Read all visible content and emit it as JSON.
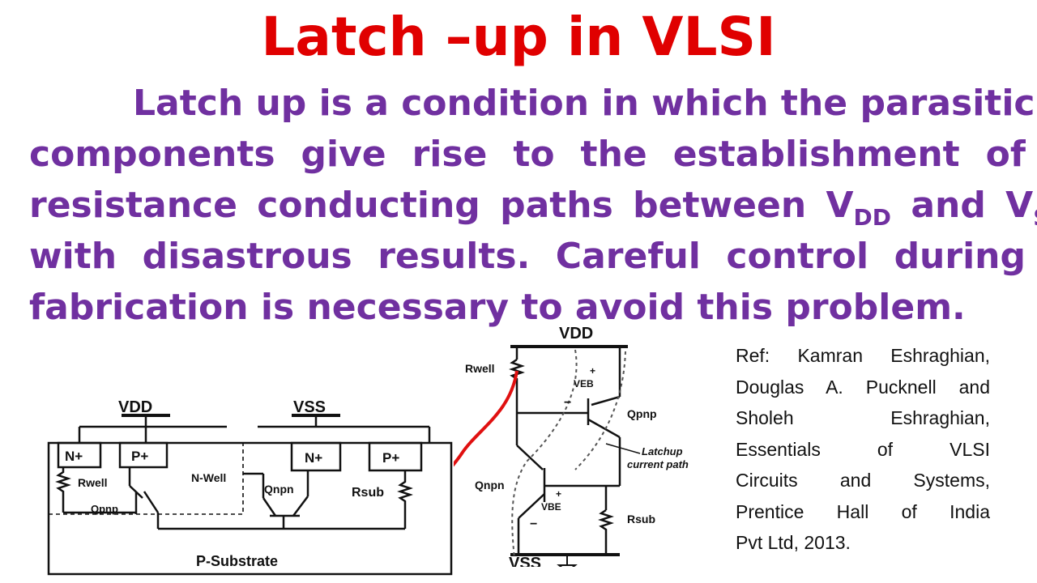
{
  "title": "Latch –up in VLSI",
  "paragraph": {
    "line1": "Latch up is a condition in which the parasitic",
    "line2": "components give rise to the establishment of low",
    "line3_pre": "resistance conducting paths between V",
    "line3_sub1": "DD",
    "line3_mid": " and V",
    "line3_sub2": "SS",
    "line4": "with disastrous results. Careful control during",
    "line5": "fabrication is necessary to avoid this problem."
  },
  "reference": {
    "lines": [
      "Ref: Kamran Eshraghian,",
      "Douglas A. Pucknell and",
      "Sholeh Eshraghian,",
      "Essentials of VLSI",
      "Circuits and Systems,",
      "Prentice Hall of India",
      "Pvt Ltd, 2013."
    ]
  },
  "cross_section": {
    "vdd": "VDD",
    "vss": "VSS",
    "n_plus_1": "N+",
    "p_plus_1": "P+",
    "n_plus_2": "N+",
    "p_plus_2": "P+",
    "rwell": "Rwell",
    "nwell": "N-Well",
    "qpnp": "Qpnp",
    "qnpn": "Qnpn",
    "rsub": "Rsub",
    "substrate": "P-Substrate"
  },
  "schematic": {
    "vdd": "VDD",
    "vss": "VSS",
    "rwell": "Rwell",
    "veb": "VEB",
    "qpnp": "Qpnp",
    "latchup_1": "Latchup",
    "latchup_2": "current path",
    "qnpn": "Qnpn",
    "vbe": "VBE",
    "rsub": "Rsub",
    "plus_1": "+",
    "minus_1": "−",
    "plus_2": "+",
    "minus_2": "−"
  },
  "colors": {
    "title": "#e00000",
    "body": "#7030a0",
    "arrow": "#e01010"
  }
}
